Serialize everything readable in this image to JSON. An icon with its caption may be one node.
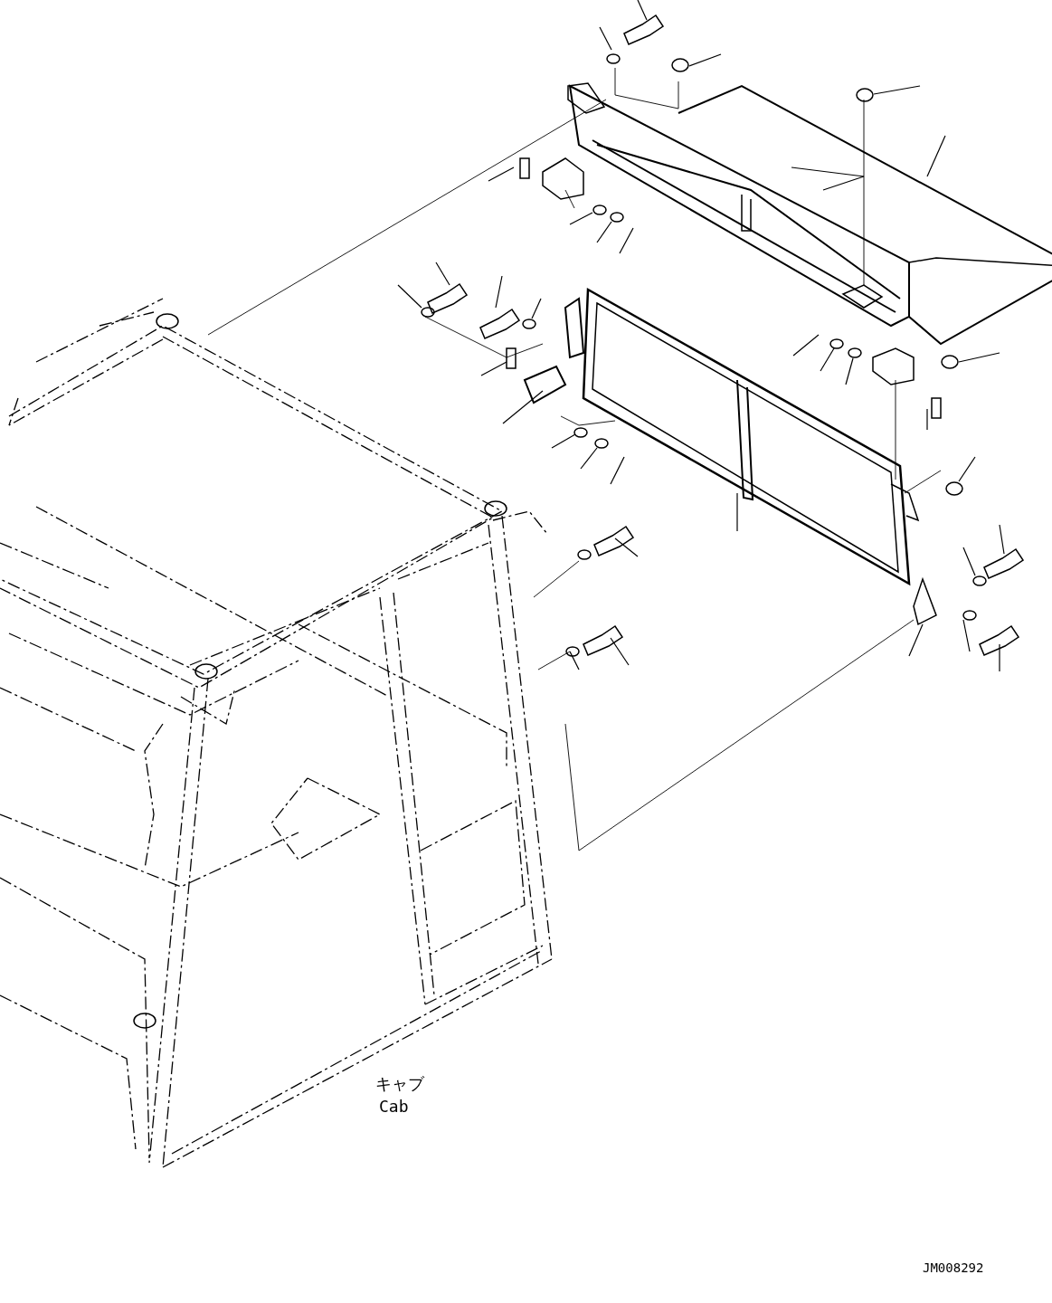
{
  "diagram": {
    "labels": [
      "キャブ",
      "Cab",
      "JM008292"
    ]
  }
}
